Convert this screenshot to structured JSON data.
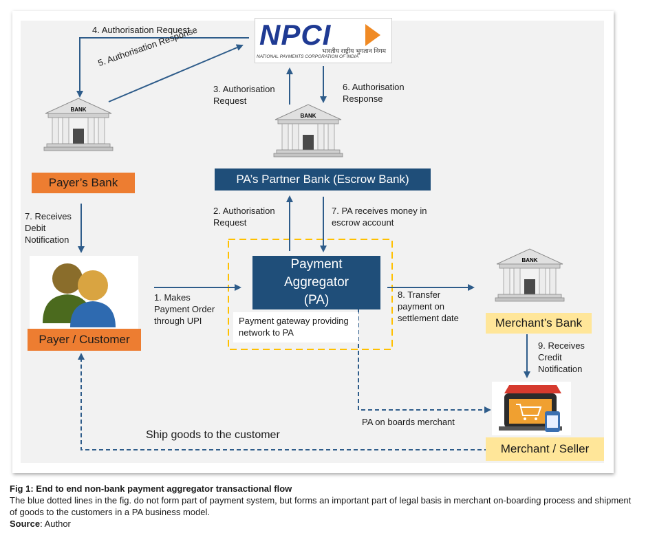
{
  "npci": {
    "logo_text": "NPCI",
    "hindi_text": "भारतीय राष्ट्रीय भुगतान निगम",
    "subtitle": "NATIONAL PAYMENTS CORPORATION OF INDIA"
  },
  "bank_icon_text": "BANK",
  "entities": {
    "payers_bank": "Payer’s Bank",
    "partner_bank": "PA’s Partner Bank (Escrow Bank)",
    "payment_aggregator": "Payment Aggregator (PA)",
    "gateway_note": "Payment gateway providing network to PA",
    "merchants_bank": "Merchant’s Bank",
    "payer_customer": "Payer / Customer",
    "merchant_seller": "Merchant / Seller"
  },
  "steps": {
    "s4": "4. Authorisation Request",
    "s5": "5. Authorisation Response",
    "s3": "3. Authorisation Request",
    "s6": "6. Authorisation Response",
    "s2": "2. Authorisation Request",
    "s7_pa": "7. PA receives money in escrow account",
    "s7_debit": "7. Receives Debit Notification",
    "s1": "1. Makes Payment Order through UPI",
    "s8": "8. Transfer payment on settlement date",
    "s9": "9. Receives Credit Notification",
    "onboard": "PA on boards merchant",
    "ship": "Ship goods to the customer"
  },
  "caption": {
    "title": "Fig 1: End to end non-bank payment aggregator transactional flow",
    "body": "The blue dotted lines in the fig. do not form part of payment system, but forms an important part of legal basis in merchant on-boarding process and shipment of goods to the customers in a PA business model.",
    "source_label": "Source",
    "source_value": ": Author"
  },
  "colors": {
    "navy": "#1f4e79",
    "orange": "#ed7d31",
    "yellow": "#ffe699",
    "dashed_box": "#ffc000",
    "arrow": "#2e5c8a"
  }
}
